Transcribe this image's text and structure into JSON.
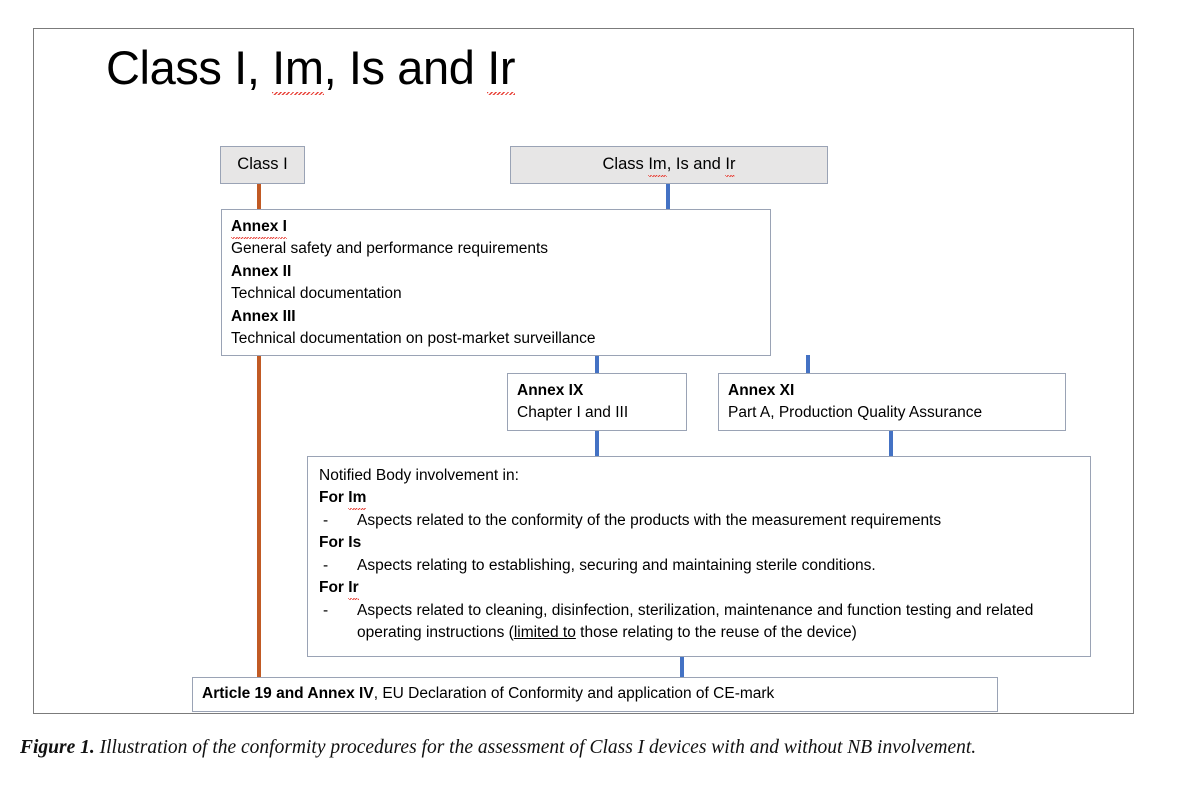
{
  "figure": {
    "title": "Class I, Im, Is and Ir",
    "title_parts": [
      {
        "text": "Class I, ",
        "spell_error": false
      },
      {
        "text": "Im",
        "spell_error": true
      },
      {
        "text": ", Is and ",
        "spell_error": false
      },
      {
        "text": "Ir",
        "spell_error": true
      }
    ],
    "caption_label": "Figure 1.",
    "caption_text": " Illustration of the conformity procedures for the assessment of Class I devices with and without NB involvement."
  },
  "colors": {
    "connector_blue": "#4472C4",
    "connector_orange": "#C15A24",
    "header_box_fill": "#E7E6E6",
    "box_border": "#9AA3B5",
    "frame_border": "#7B7B7B",
    "spellcheck_red": "#E8453C"
  },
  "nodes": {
    "class_i": {
      "label": "Class I"
    },
    "class_im_is_ir": {
      "label": "Class Im, Is and Ir"
    },
    "annex_block": {
      "lines": [
        {
          "text": "Annex I",
          "bold": true,
          "spell_error": true
        },
        {
          "text": "General safety and performance requirements",
          "bold": false
        },
        {
          "text": "Annex II",
          "bold": true
        },
        {
          "text": "Technical documentation",
          "bold": false
        },
        {
          "text": "Annex III",
          "bold": true
        },
        {
          "text": "Technical documentation on post-market surveillance",
          "bold": false
        }
      ]
    },
    "annex_ix": {
      "title": "Annex IX",
      "subtitle": "Chapter I and III"
    },
    "annex_xi": {
      "title": "Annex XI",
      "subtitle": "Part A, Production Quality Assurance"
    },
    "notified_body": {
      "intro": "Notified Body involvement in:",
      "groups": [
        {
          "heading": "For Im",
          "heading_spell_error": true,
          "bullet_marker": "-",
          "bullet": "Aspects related to the conformity of the products with the measurement requirements"
        },
        {
          "heading": "For Is",
          "heading_spell_error": false,
          "bullet_marker": "-",
          "bullet": "Aspects relating to establishing, securing and maintaining sterile conditions."
        },
        {
          "heading": "For Ir",
          "heading_spell_error": true,
          "bullet_marker": "-",
          "bullet_prefix": "Aspects related to cleaning, disinfection, sterilization, maintenance and function testing and related operating instructions (",
          "bullet_underlined": "limited to",
          "bullet_suffix": " those relating to the reuse of the device)"
        }
      ]
    },
    "article_19": {
      "bold_part": "Article 19 and Annex IV",
      "rest": ", EU Declaration of Conformity and application of CE-mark"
    }
  },
  "connectors": [
    {
      "name": "class-i-to-article19",
      "color": "#C15A24",
      "orientation": "vertical"
    },
    {
      "name": "class-imisir-to-annex-block",
      "color": "#4472C4",
      "orientation": "vertical"
    },
    {
      "name": "annex-block-to-annex-ix",
      "color": "#4472C4",
      "orientation": "vertical"
    },
    {
      "name": "annex-block-to-annex-xi",
      "color": "#4472C4",
      "orientation": "vertical"
    },
    {
      "name": "annex-ix-to-notified-body",
      "color": "#4472C4",
      "orientation": "vertical"
    },
    {
      "name": "annex-xi-to-notified-body",
      "color": "#4472C4",
      "orientation": "vertical"
    },
    {
      "name": "notified-body-to-article19",
      "color": "#4472C4",
      "orientation": "vertical"
    }
  ]
}
